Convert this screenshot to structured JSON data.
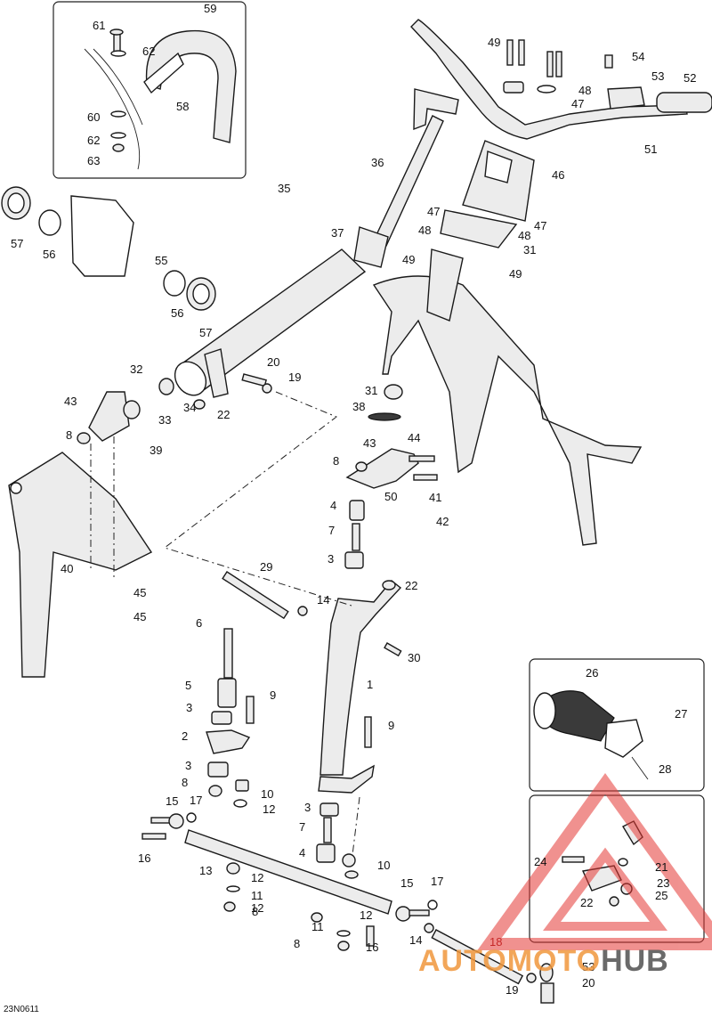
{
  "diagram": {
    "drawing_code": "23N0611",
    "watermark": {
      "part1": "AUTOMOTO",
      "part2": "HUB"
    }
  },
  "callouts": [
    {
      "text": "61"
    },
    {
      "text": "59"
    },
    {
      "text": "62"
    },
    {
      "text": "58"
    },
    {
      "text": "60"
    },
    {
      "text": "62"
    },
    {
      "text": "63"
    },
    {
      "text": "49"
    },
    {
      "text": "54"
    },
    {
      "text": "53"
    },
    {
      "text": "52"
    },
    {
      "text": "48"
    },
    {
      "text": "47"
    },
    {
      "text": "51"
    },
    {
      "text": "46"
    },
    {
      "text": "36"
    },
    {
      "text": "35"
    },
    {
      "text": "47"
    },
    {
      "text": "48"
    },
    {
      "text": "47"
    },
    {
      "text": "48"
    },
    {
      "text": "31"
    },
    {
      "text": "49"
    },
    {
      "text": "49"
    },
    {
      "text": "37"
    },
    {
      "text": "57"
    },
    {
      "text": "56"
    },
    {
      "text": "55"
    },
    {
      "text": "56"
    },
    {
      "text": "57"
    },
    {
      "text": "32"
    },
    {
      "text": "20"
    },
    {
      "text": "19"
    },
    {
      "text": "43"
    },
    {
      "text": "33"
    },
    {
      "text": "34"
    },
    {
      "text": "22"
    },
    {
      "text": "8"
    },
    {
      "text": "39"
    },
    {
      "text": "31"
    },
    {
      "text": "38"
    },
    {
      "text": "43"
    },
    {
      "text": "44"
    },
    {
      "text": "8"
    },
    {
      "text": "50"
    },
    {
      "text": "41"
    },
    {
      "text": "4"
    },
    {
      "text": "42"
    },
    {
      "text": "7"
    },
    {
      "text": "3"
    },
    {
      "text": "40"
    },
    {
      "text": "45"
    },
    {
      "text": "45"
    },
    {
      "text": "29"
    },
    {
      "text": "22"
    },
    {
      "text": "14"
    },
    {
      "text": "6"
    },
    {
      "text": "30"
    },
    {
      "text": "1"
    },
    {
      "text": "5"
    },
    {
      "text": "9"
    },
    {
      "text": "3"
    },
    {
      "text": "9"
    },
    {
      "text": "2"
    },
    {
      "text": "26"
    },
    {
      "text": "27"
    },
    {
      "text": "3"
    },
    {
      "text": "10"
    },
    {
      "text": "8"
    },
    {
      "text": "12"
    },
    {
      "text": "28"
    },
    {
      "text": "17"
    },
    {
      "text": "15"
    },
    {
      "text": "3"
    },
    {
      "text": "7"
    },
    {
      "text": "16"
    },
    {
      "text": "4"
    },
    {
      "text": "10"
    },
    {
      "text": "13"
    },
    {
      "text": "12"
    },
    {
      "text": "12"
    },
    {
      "text": "11"
    },
    {
      "text": "15"
    },
    {
      "text": "17"
    },
    {
      "text": "8"
    },
    {
      "text": "12"
    },
    {
      "text": "24"
    },
    {
      "text": "21"
    },
    {
      "text": "23"
    },
    {
      "text": "11"
    },
    {
      "text": "14"
    },
    {
      "text": "25"
    },
    {
      "text": "22"
    },
    {
      "text": "8"
    },
    {
      "text": "16"
    },
    {
      "text": "18"
    },
    {
      "text": "53"
    },
    {
      "text": "19"
    },
    {
      "text": "20"
    }
  ]
}
